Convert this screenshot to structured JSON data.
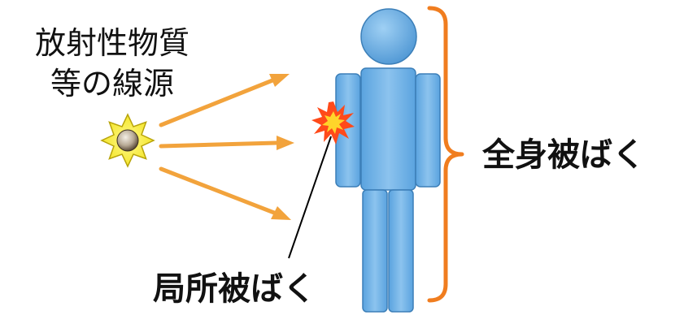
{
  "labels": {
    "source_line1": "放射性物質",
    "source_line2": "等の線源",
    "whole_body": "全身被ばく",
    "local": "局所被ばく"
  },
  "colors": {
    "arrow": "#f2a33c",
    "brace": "#f07d1f",
    "body_fill": "#6aafe6",
    "body_stroke": "#3c7fb8",
    "source_star": "#f5ee1f",
    "burst_outer": "#ff4a1a",
    "burst_inner": "#ffd42a",
    "pointer_line": "#000000"
  },
  "icons": {
    "radiation_source": "star-burst-sphere",
    "local_exposure": "explosion-burst"
  }
}
